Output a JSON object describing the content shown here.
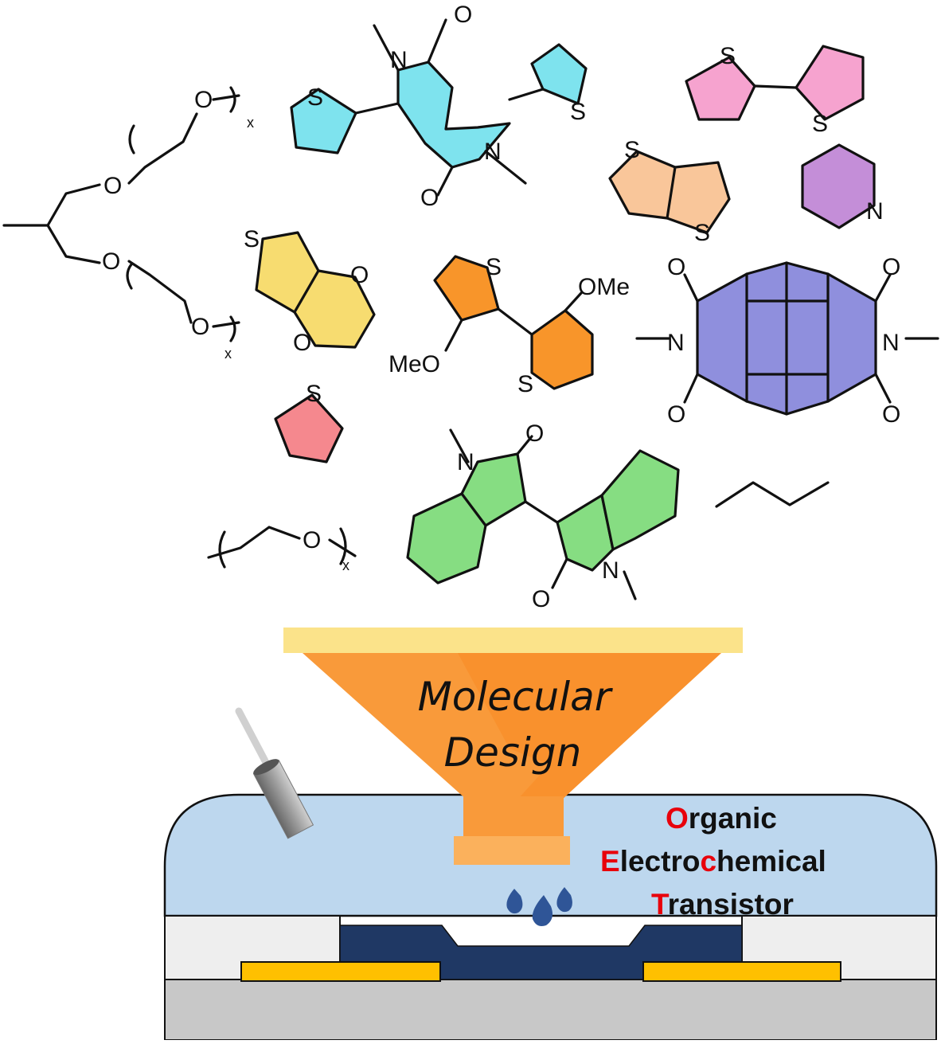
{
  "atoms": {
    "O": "O",
    "N": "N",
    "S": "S",
    "OMe": "OMe",
    "MeO": "MeO",
    "x": "x"
  },
  "funnel": {
    "line1": "Molecular",
    "line2": "Design"
  },
  "device_label": {
    "line1_initial": "O",
    "line1_rest": "rganic",
    "line2_initial": "E",
    "line2_mid": "lectro",
    "line2_c": "c",
    "line2_rest": "hemical",
    "line3_initial": "T",
    "line3_rest": "ransistor"
  },
  "colors": {
    "dpp": "#7ee3ee",
    "bithiophene": "#f6a3cf",
    "thienothiophene": "#f9c69a",
    "pyridine": "#c48ed8",
    "edot": "#f7dc70",
    "dimethoxy_bithiophene": "#f8952a",
    "ndi": "#8f8fdd",
    "thiophene": "#f5888e",
    "isoindigo": "#86dd82",
    "funnel": "#f99a3a",
    "funnel_rim": "#fbe38a",
    "electrolyte": "#bdd7ee",
    "channel": "#1f3864",
    "contact": "#ffc000",
    "substrate": "#c8c8c8",
    "droplet": "#2f5597",
    "label_red": "#e8000b"
  }
}
